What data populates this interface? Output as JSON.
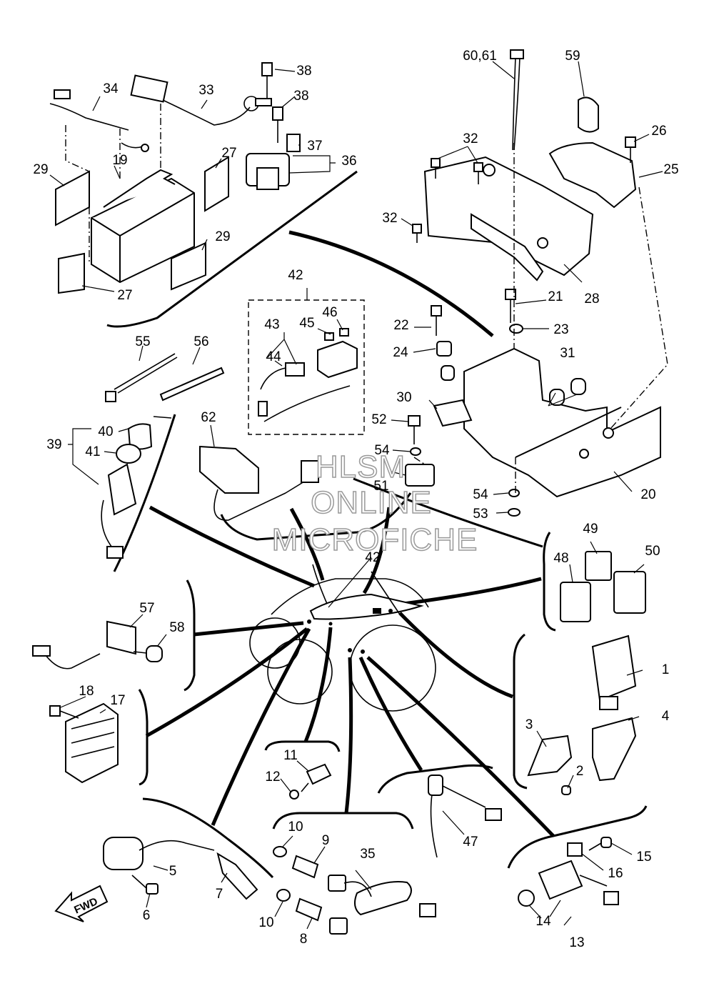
{
  "diagram": {
    "part_labels": [
      "1",
      "2",
      "3",
      "4",
      "5",
      "6",
      "7",
      "8",
      "9",
      "10",
      "10",
      "11",
      "12",
      "13",
      "14",
      "15",
      "16",
      "17",
      "18",
      "19",
      "20",
      "21",
      "22",
      "23",
      "24",
      "25",
      "26",
      "27",
      "27",
      "28",
      "29",
      "29",
      "30",
      "31",
      "32",
      "32",
      "32",
      "33",
      "34",
      "35",
      "36",
      "37",
      "38",
      "38",
      "39",
      "40",
      "41",
      "42",
      "42",
      "43",
      "44",
      "45",
      "46",
      "47",
      "48",
      "49",
      "50",
      "51",
      "52",
      "53",
      "54",
      "54",
      "55",
      "56",
      "57",
      "58",
      "59",
      "60,61",
      "62"
    ],
    "watermark": [
      "HLSM",
      "ONLINE",
      "MICROFICHE"
    ],
    "direction_arrow": "FWD",
    "colors": {
      "line": "#000000",
      "background": "#ffffff",
      "watermark_outline": "#999999"
    }
  }
}
